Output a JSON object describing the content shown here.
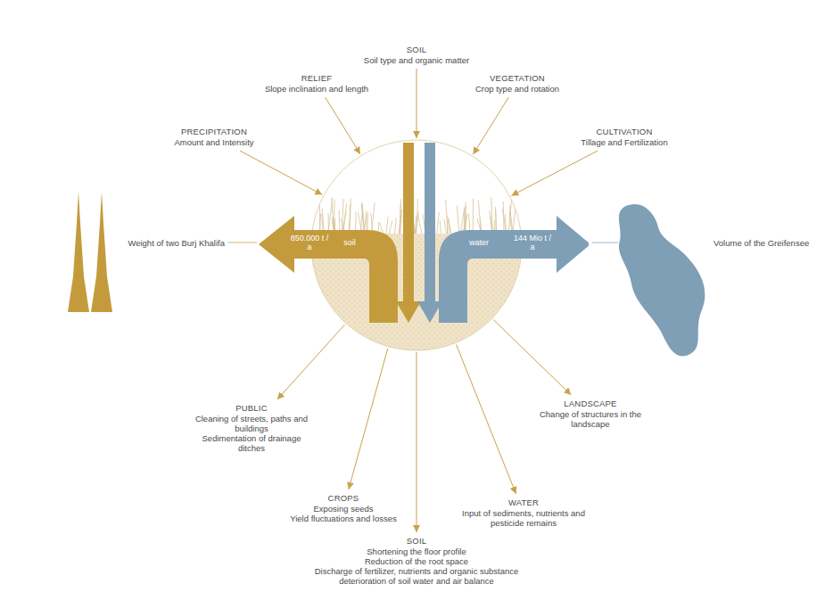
{
  "diagram": {
    "nodes": [
      {
        "text": [
          "850.000 t / a",
          "soil",
          "water",
          "144 Mio t / a"
        ]
      },
      {
        "text": [
          "PRECIPITATION",
          "Amount and Intensity"
        ]
      },
      {
        "text": [
          "RELIEF",
          "Slope inclination and length"
        ]
      },
      {
        "text": [
          "SOIL",
          "Soil type and organic matter"
        ]
      },
      {
        "text": [
          "VEGETATION",
          "Crop type and rotation"
        ]
      },
      {
        "text": [
          "CULTIVATION",
          "Tillage and Fertilization"
        ]
      },
      {
        "text": [
          "PUBLIC",
          "Cleaning of streets, paths and buildings",
          "Sedimentation of drainage ditches"
        ]
      },
      {
        "text": [
          "CROPS",
          "Exposing seeds",
          "Yield fluctuations and losses"
        ]
      },
      {
        "text": [
          "SOIL",
          "Shortening the floor profile",
          "Reduction of the root space",
          "Discharge of fertilizer, nutrients and organic substance",
          "deterioration of soil water and air balance"
        ]
      },
      {
        "text": [
          "WATER",
          "Input of sediments, nutrients and pesticide remains"
        ]
      },
      {
        "text": [
          "LANDSCAPE",
          "Change of structures in the landscape"
        ]
      }
    ],
    "edges": [
      {
        "from": 1,
        "to": 0,
        "arrow": "to"
      },
      {
        "from": 2,
        "to": 0,
        "arrow": "to"
      },
      {
        "from": 3,
        "to": 0,
        "arrow": "to"
      },
      {
        "from": 4,
        "to": 0,
        "arrow": "to"
      },
      {
        "from": 5,
        "to": 0,
        "arrow": "to"
      },
      {
        "from": 0,
        "to": 6,
        "arrow": "to"
      },
      {
        "from": 0,
        "to": 7,
        "arrow": "to"
      },
      {
        "from": 0,
        "to": 8,
        "arrow": "to"
      },
      {
        "from": 0,
        "to": 9,
        "arrow": "to"
      },
      {
        "from": 0,
        "to": 10,
        "arrow": "to"
      }
    ],
    "labels": [
      "Weight of two Burj Khalifa",
      "Volume of the Greifensee"
    ]
  }
}
